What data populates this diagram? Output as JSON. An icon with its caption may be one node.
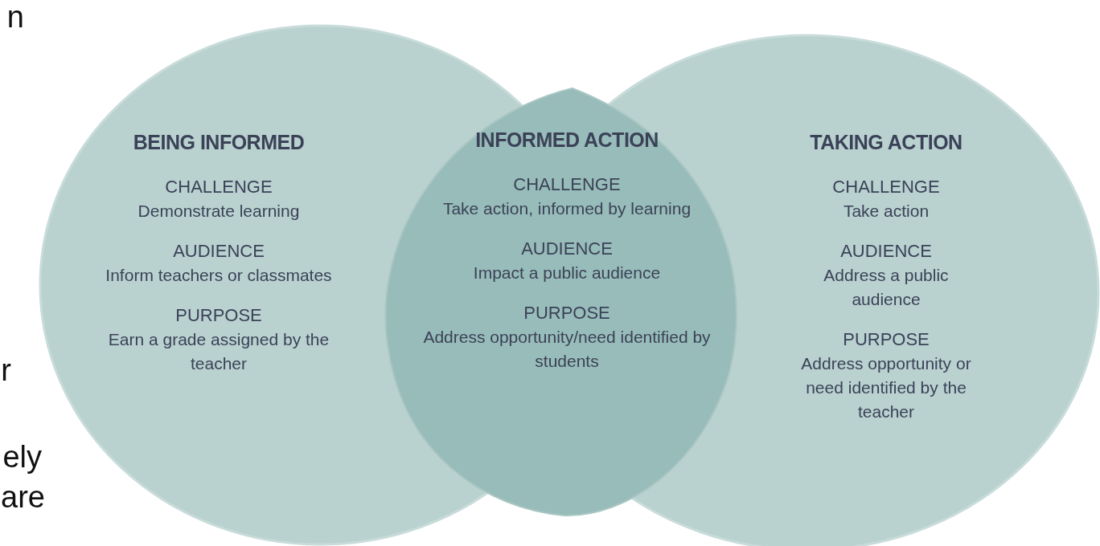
{
  "diagram": {
    "nodes": [
      {
        "text": [
          "BEING INFORMED",
          "CHALLENGE",
          "Demonstrate learning",
          "AUDIENCE",
          "Inform teachers or classmates",
          "PURPOSE",
          "Earn a grade assigned by the teacher"
        ]
      },
      {
        "text": [
          "INFORMED ACTION",
          "CHALLENGE",
          "Take action, informed by learning",
          "AUDIENCE",
          "Impact a public audience",
          "PURPOSE",
          "Address opportunity/need identified by students"
        ]
      },
      {
        "text": [
          "TAKING ACTION",
          "CHALLENGE",
          "Take action",
          "AUDIENCE",
          "Address a public audience",
          "PURPOSE",
          "Address opportunity or need identified by the teacher"
        ]
      }
    ],
    "labels": [
      "n",
      "r",
      "ely",
      "are"
    ]
  }
}
